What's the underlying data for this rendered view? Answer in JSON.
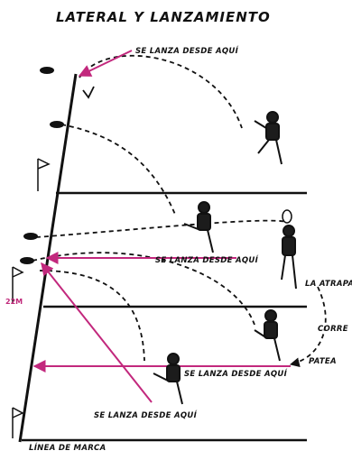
{
  "title": "LATERAL Y LANZAMIENTO",
  "labels": {
    "throw_top": "SE LANZA DESDE AQUÍ",
    "throw_mid": "SE LANZA DESDE AQUÍ",
    "throw_right": "SE LANZA DESDE AQUÍ",
    "throw_bottom": "SE LANZA DESDE AQUÍ",
    "catch": "LA ATRAPA",
    "run": "CORRE",
    "kick": "PATEA",
    "mark_22": "22M",
    "touchline": "LÍNEA DE MARCA"
  },
  "colors": {
    "arrow": "#c2287d",
    "line": "#111111",
    "player_shirt": "#1c1c1c"
  }
}
